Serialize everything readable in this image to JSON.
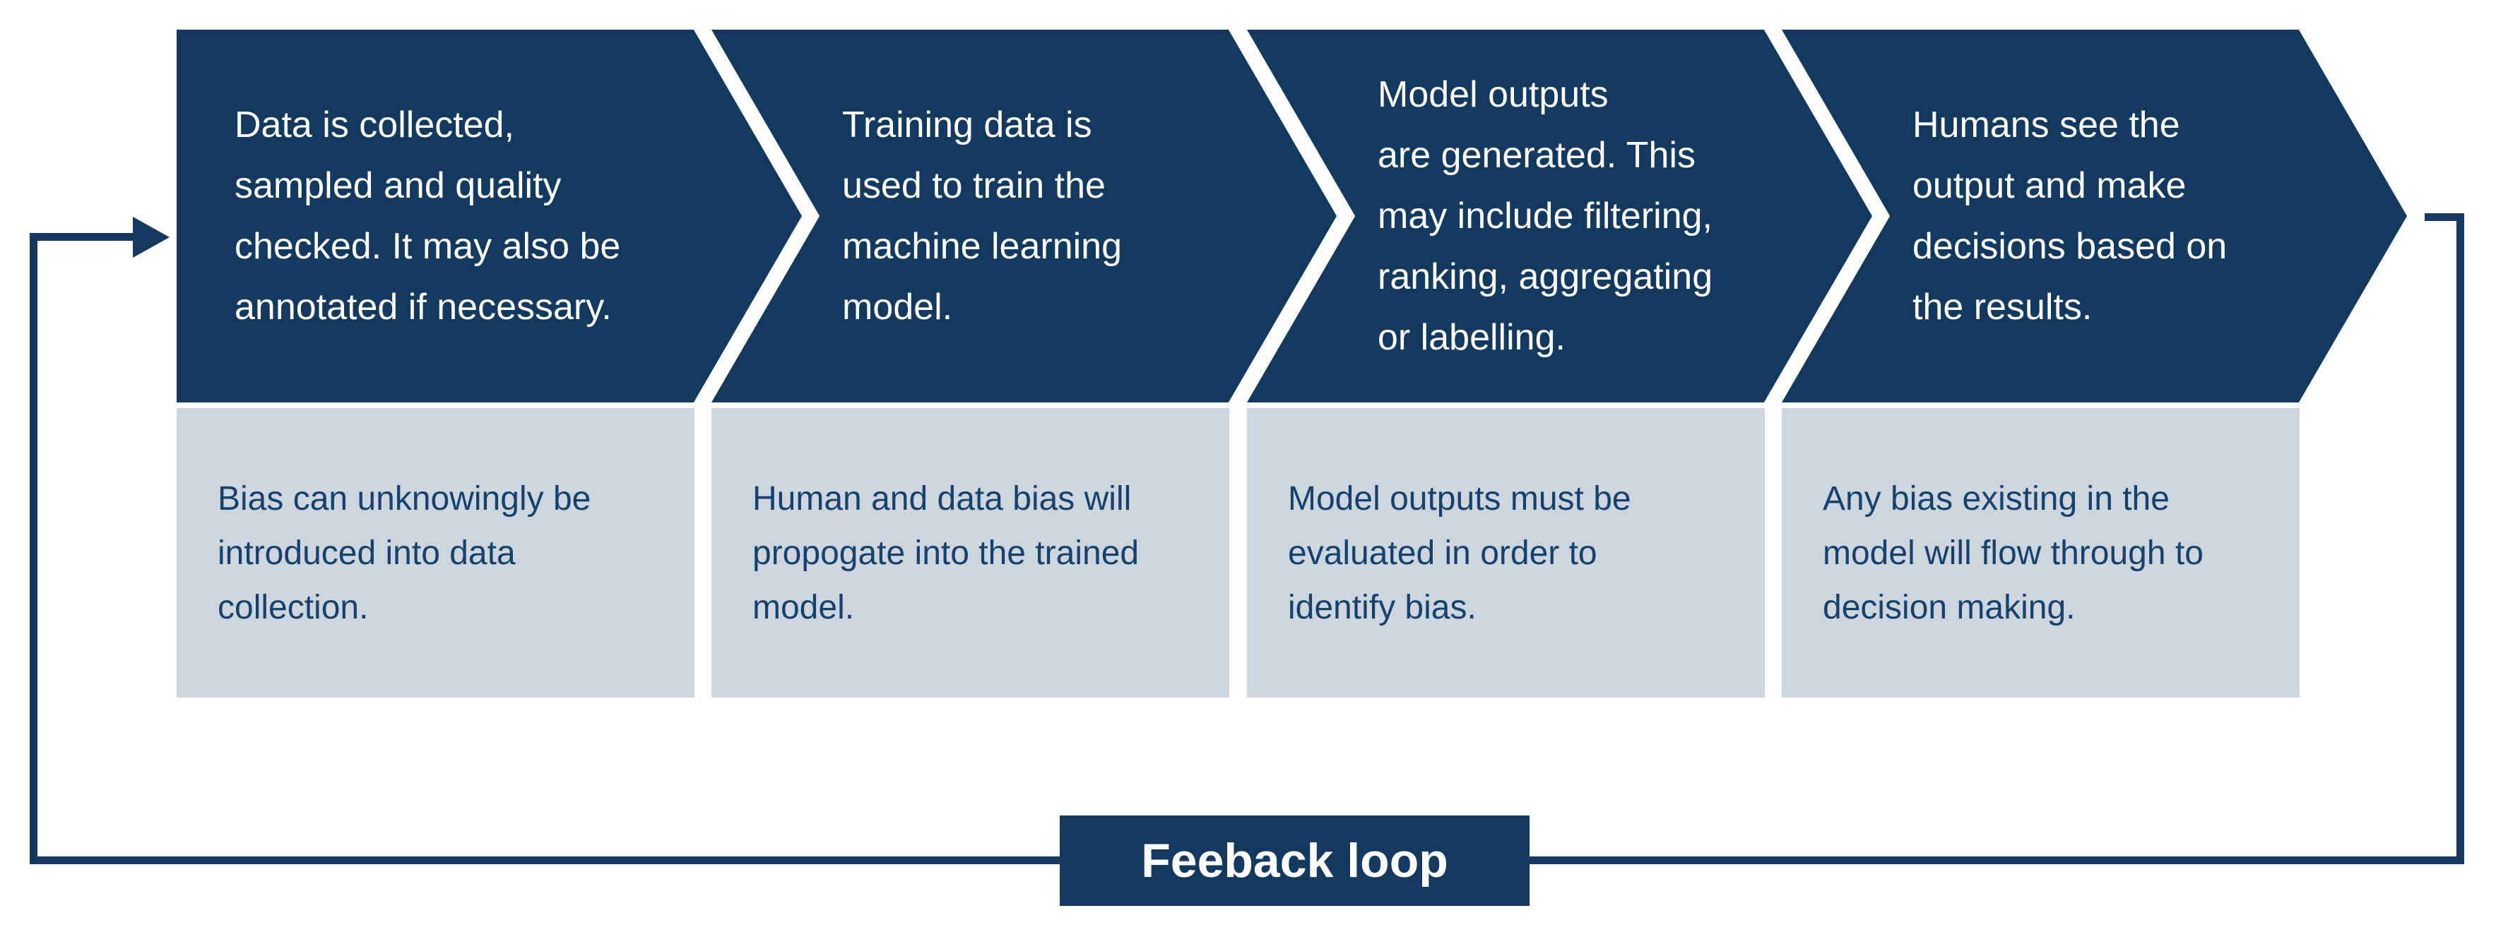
{
  "diagram": {
    "type": "machine-learning-pipeline-feedback-flow",
    "steps": [
      {
        "stage": "Data is collected,\nsampled and quality\nchecked. It may also be\nannotated if necessary.",
        "bias": "Bias can unknowingly be\nintroduced into data\ncollection."
      },
      {
        "stage": "Training data is\nused to train the\nmachine learning\nmodel.",
        "bias": "Human and data bias will\npropogate into the trained\nmodel."
      },
      {
        "stage": "Model outputs\nare generated. This\nmay include filtering,\nranking, aggregating\nor labelling.",
        "bias": "Model outputs must be\nevaluated in order to\nidentify bias."
      },
      {
        "stage": "Humans see the\noutput and make\ndecisions based on\nthe results.",
        "bias": "Any bias existing in the\nmodel will flow through to\ndecision making."
      }
    ],
    "feedback_label": "Feeback loop",
    "colors": {
      "chevron_fill": "#13395E",
      "chevron_text": "#FFFFFF",
      "bias_box_fill": "#CDD6DF",
      "bias_text": "#15416B",
      "feedback_line": "#13395E",
      "background": "#FFFFFF"
    }
  }
}
